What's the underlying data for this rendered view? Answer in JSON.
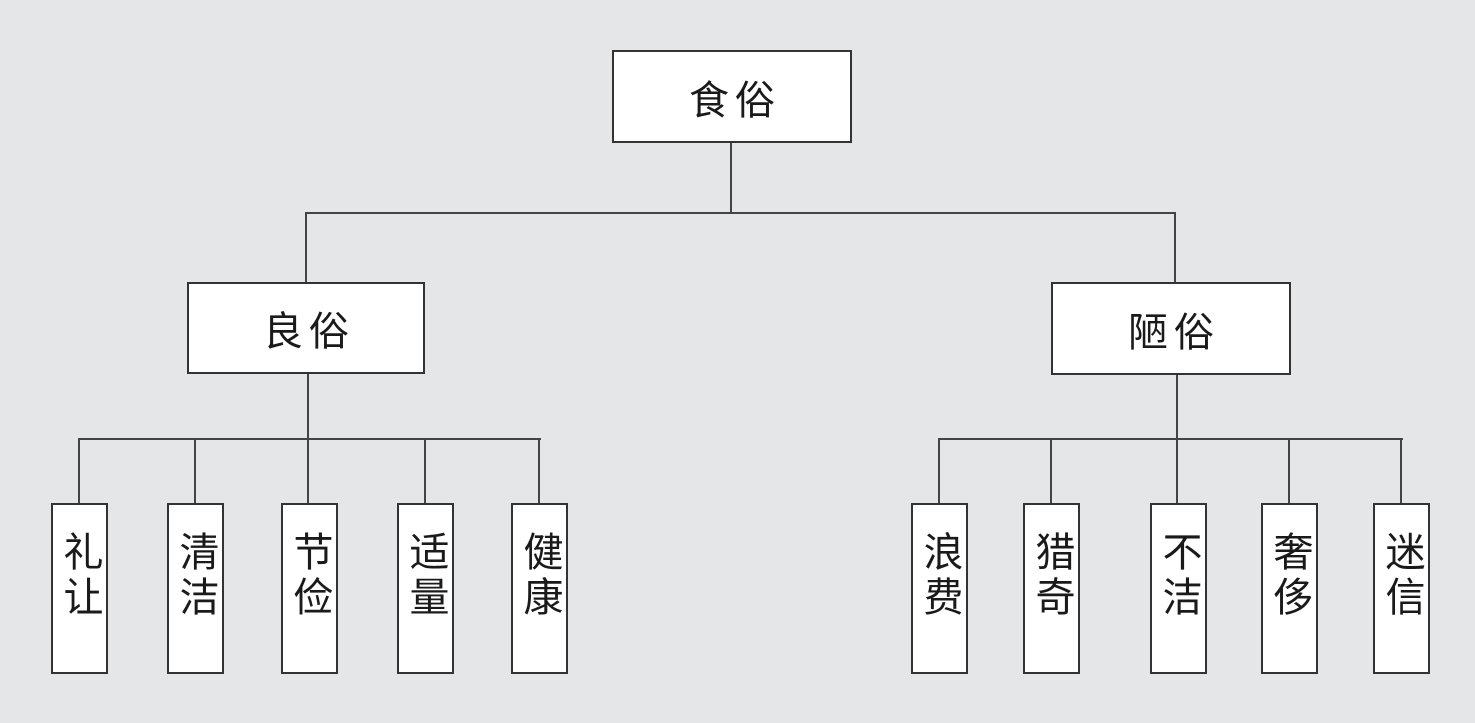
{
  "canvas": {
    "background_color": "#e5e6e8",
    "node_fill_color": "#ffffff",
    "node_border_color": "#333333",
    "connector_color": "#444444",
    "text_color": "#1a1a1a"
  },
  "tree": {
    "root": {
      "label": "食俗"
    },
    "branches": [
      {
        "label": "良俗",
        "children": [
          "礼让",
          "清洁",
          "节俭",
          "适量",
          "健康"
        ]
      },
      {
        "label": "陋俗",
        "children": [
          "浪费",
          "猎奇",
          "不洁",
          "奢侈",
          "迷信"
        ]
      }
    ]
  }
}
